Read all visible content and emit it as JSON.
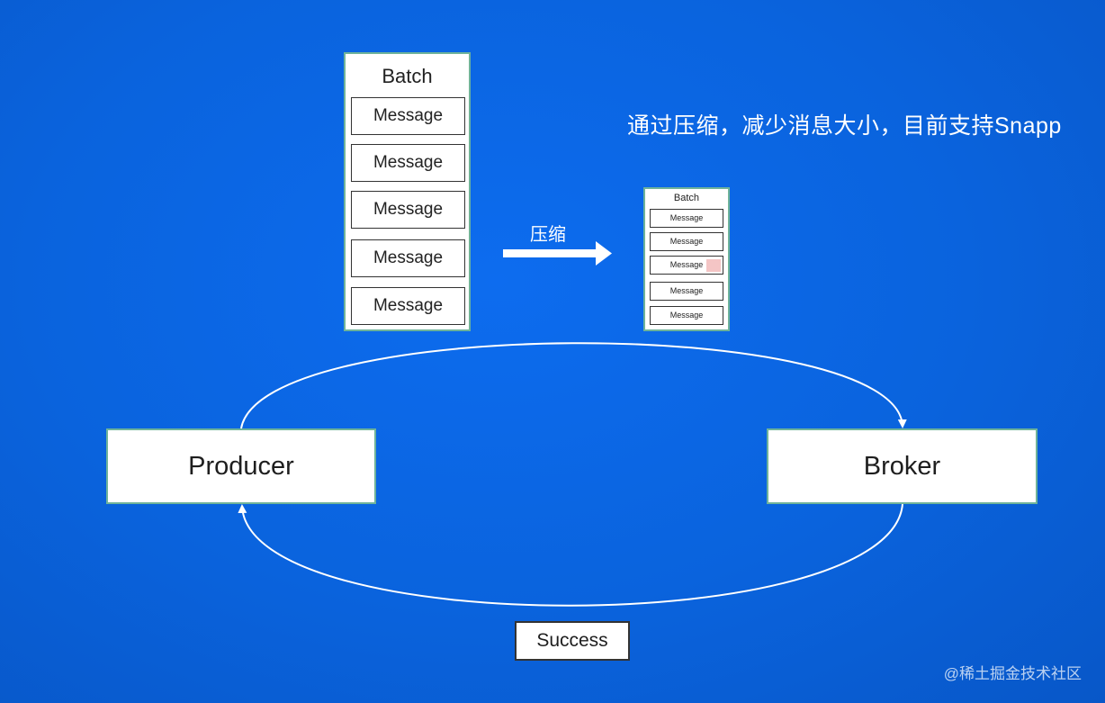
{
  "diagram": {
    "batch_large": {
      "title": "Batch",
      "messages": [
        "Message",
        "Message",
        "Message",
        "Message",
        "Message"
      ]
    },
    "batch_small": {
      "title": "Batch",
      "messages": [
        "Message",
        "Message",
        "Message",
        "Message",
        "Message"
      ]
    },
    "compress_label": "压缩",
    "headline": "通过压缩，减少消息大小，目前支持Snapp",
    "producer_label": "Producer",
    "broker_label": "Broker",
    "response_label": "Success",
    "watermark": "@稀土掘金技术社区"
  },
  "colors": {
    "background": "#0a63dd",
    "box_border": "#6fb39a",
    "arrow": "#ffffff"
  },
  "icons": {
    "compress_arrow": "right-arrow-icon"
  }
}
